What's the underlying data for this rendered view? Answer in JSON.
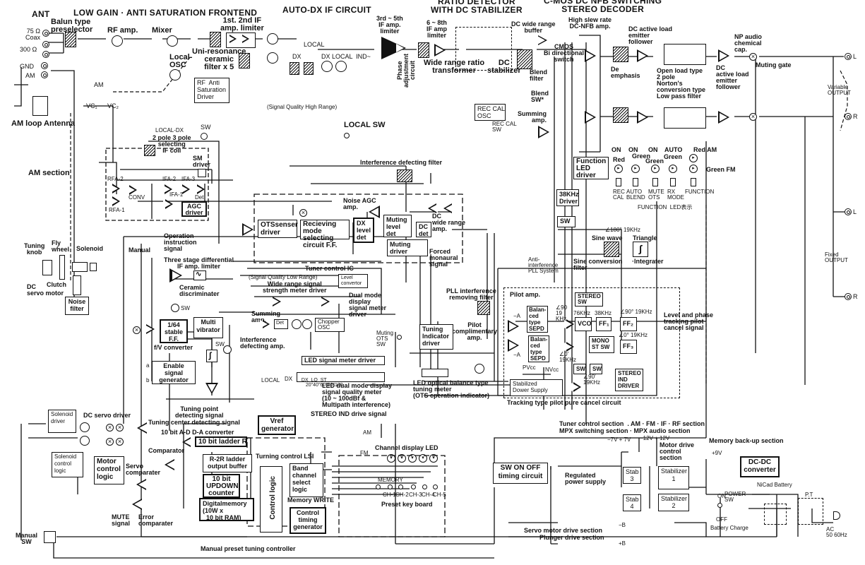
{
  "titles": {
    "ant": "ANT",
    "frontend": "LOW GAIN · ANTI SATURATION FRONTEND",
    "autodx": "AUTO-DX IF CIRCUIT",
    "ratio": "RATIO DETECTOR\nWITH DC STABILIZER",
    "decoder": "C-MOS DC NFB SWITCHING\nSTEREO DECODER"
  },
  "antenna": {
    "balun": "Balun type\npreselector",
    "coax": "75 Ω\nCoax",
    "ohm300": "300 Ω",
    "gnd": "GND",
    "am": "AM",
    "loop": "AM loop Antenna",
    "am_section": "AM section",
    "vc1": "VC₁",
    "vc2": "VC₂",
    "am_tuner": "AM"
  },
  "frontend": {
    "rf_amp": "RF amp.",
    "mixer": "Mixer",
    "local_osc": "Local-\nOSC",
    "uni_resonance": "Uni-resonance\nceramic\nfilter x 5",
    "if_limiter": "1st. 2nd IF\namp. limiter",
    "rf_anti_sat": "RF  Anti\nSaturation\nDriver"
  },
  "autodx": {
    "local": "LOCAL",
    "dx": "DX",
    "dx2": "DX",
    "local_ind": "LOCAL  IND~",
    "signal_quality_high": "(Signal Quality High Range)",
    "local_sw": "LOCAL SW",
    "if_3_5": "3rd ~ 5th\nIF amp.\nlimiter",
    "phase_adj": "Phase\nadjustment\ncircuit"
  },
  "ratio": {
    "if_6_8": "6 ~ 8th\nIF amp\nlimiter",
    "wide_range_ratio": "Wide range ratio\ntransformer",
    "dc_stabilizer": "DC\nstabilizer",
    "dc_wide_buffer": "DC wide range\nbuffer",
    "blend_filter": "Blend\nfilter",
    "blend_sw": "Blend\nSW*",
    "rec_cal_osc": "REC CAL\nOSC",
    "rec_cal_sw": "REC CAL\nSW",
    "summing_amp": "Summing\namp."
  },
  "decoder": {
    "high_slew": "High slew rate\nDC-NFB amp.",
    "cmos_switch": "CMOS\nBi directional\nswitch",
    "de_emphasis": "De\nemphasis",
    "dc_active_load": "DC active load\nemitter\nfollower",
    "lpf": "Open load type\n2 pole\nNorton's\nconversion type\nLow pass filter",
    "dc_active_load2": "DC\nactive load\nemitter\nfollower",
    "np_cap": "NP audio\nchemical\ncap.",
    "muting_gate": "Muting gate",
    "variable_output": "Variable\nOUTPUT",
    "fixed_output": "Fixed\nOUTPUT",
    "out_l": "L",
    "out_r": "R",
    "fixed_l": "L",
    "fixed_r": "R",
    "driver_38k": "38KHz\nDriver",
    "sw": "SW"
  },
  "function_led": {
    "driver": "Function\nLED\ndriver",
    "top_labels": [
      "ON",
      "ON",
      "ON",
      "AUTO",
      "Red AM"
    ],
    "colors": [
      "Red",
      "Green",
      "Green",
      "Green"
    ],
    "green_fm": "Green FM",
    "keys": [
      "REC\nCAL",
      "AUTO\nBLEND",
      "MUTE\nOTS",
      "RX\nMODE",
      "FUNCTION"
    ],
    "caption": "FUNCTION  LED表示"
  },
  "pll": {
    "phase_180": "∠180° 19KHz",
    "sine_wave": "Sine wave",
    "triangle": "Triangle",
    "sine_filter": "Sine conversion\nfilter",
    "integrater": "·Integrater",
    "anti_interference": "Anti-\ninterference\nPLL System",
    "level_phase": "Level and phase\ntracking pilot\ncancel signal",
    "pll_filter": "PLL interference\nremoving filter",
    "pilot_amp": "Pilot amp.",
    "pilot_comp": "Pilot\ncomplimentary\namp.",
    "sepd1": "Balan-\nced\ntype\nSEPD",
    "sepd2": "Balan-\nced\ntype\nSEPD",
    "stereo_sw": "STEREO\nSW",
    "vco": "VCO",
    "khz76": "76KHz",
    "khz38": "38KHz",
    "ff1": "FF₁",
    "ff2": "FF₂",
    "ff3": "FF₃",
    "deg90_19": "∠90° 19KHz",
    "deg0_19": "∠0° 19KHz",
    "deg90_19b": "∠90\n19\nKHz",
    "deg0_19b": "∠0'\n19KHz",
    "deg90_19c": "∠90'\n19KHz",
    "mono_st": "MONO\nST SW",
    "sw1": "SW",
    "sw2": "SW",
    "stereo_ind": "STEREO\nIND\nDRIVER",
    "pvcc": "PVcc",
    "nvcc": "NVcc",
    "stab_supply": "Stabilized\nDower Supply",
    "tracking": "Tracking type pilot pure cancel circuit",
    "neg_a1": "−A",
    "neg_a2": "−A"
  },
  "am_section": {
    "local_dx": "LOCAL-DX",
    "sw": "SW",
    "if_coil": "2 pole 3 pole\nselecting\nIF coil",
    "sm_driver": "SM\ndriver",
    "rfa2": "RFA-2",
    "rfa1": "RFA-1",
    "conv": "CONV",
    "ifa2": "IFA-2",
    "ifa3": "IFA-3",
    "ifa1": "IFA-1",
    "det": "Det",
    "agc_driver": "AGC\ndriver"
  },
  "tuner_ic": {
    "interference_filter": "Interference defecting filter",
    "noise_agc": "Noise AGC\namp.",
    "ots_driver": "OTSsenser\ndriver",
    "receiving_mode": "Recieving\nmode\nselecting\ncircuit F.F.",
    "dx_level": "DX\nlevel\ndet",
    "muting_level": "Muting\nlevel\ndet",
    "dc_det": "DC\ndet",
    "dc_wide_amp": "DC\nwide range\namp.",
    "muting_driver": "Muting\ndriver",
    "forced_mono": "Forced\nmonaural\nsignal",
    "tuner_control_ic": "Tuner control IC",
    "operation_instruction": "Operation\ninstruction\nsignal",
    "manual": "Manual"
  },
  "meter": {
    "signal_quality_low": "(Signal Quality Low Range)",
    "level_convertor": "Level\nconvertor",
    "wide_range_meter": "Wide range signal\nstrength meter driver",
    "dual_mode": "Dual mode\ndisplay\nsignal meter\ndriver",
    "summing_amp": "Summing\namp.",
    "chopper_osc": "Chopper\nOSC",
    "det": "Det",
    "interference_amp": "Interference\ndefecting amp.",
    "muting_ots_sw": "Muting\nOTS\nSW",
    "tuning_indicator": "Tuning\nIndicator\ndriver",
    "led_meter_driver": "LED signal meter driver",
    "local": "LOCAL",
    "dx": "DX",
    "meter_labels": "DX  LO  ST",
    "scale": "20\"40\"60\"80\"100",
    "led_dual_mode": "LED dual mode display\nsignal quality meter\n(10 ~ 100dBf &\nMultipath interference)",
    "led_optical": "LED optical balance type\ntuning meter\n(OTS cperation indicator)",
    "stereo_ind_signal": "STEREO IND drive signal"
  },
  "servo": {
    "tuning_knob": "Tuning\nknob",
    "fly_wheel": "Fly\nwheel",
    "solenoid": "Solenoid",
    "clutch": "Clutch",
    "dc_servo_motor": "DC\nservo motor",
    "noise_filter": "Noise\nfilter",
    "three_stage": "Three stage differential\nIF amp. limiter",
    "ceramic_disc": "Ceramic\ndiscriminater",
    "sw": "SW",
    "stable_ff": "1/64\nstable\nF.F.",
    "multi_vibrator": "Multi\nvibrator",
    "fv_converter": "f/V converter",
    "sw2": "SW",
    "enable_gen": "Enable\nsignal\ngenerator",
    "a": "a",
    "b": "b",
    "tuning_point": "Tuning point\ndetecting signal",
    "tuning_center": "Tuning center detecting signal",
    "vref": "Vref\ngenerator",
    "solenoid_driver": "Solenoid\ndriver",
    "dc_servo_driver": "DC servo driver",
    "ad_da": "10 bit A-D D-A converter",
    "ladder": "10 bit ladder R",
    "comparator": "Comparator",
    "r2r": "R-2R ladder\noutput buffer",
    "solenoid_logic": "Solenoid\ncontrol\nlogic",
    "motor_logic": "Motor\ncontrol\nlogic",
    "servo_comp": "Servo\ncomparater",
    "updown": "10 bit\nUPDOWN\ncounter",
    "digital_memory": "Digitalmemory\n(10W x\n  10 bit RAM)",
    "mute_signal": "MUTE\nsignal",
    "error_comp": "Error\ncomparater",
    "manual_sw": "Manual\nSW",
    "manual_preset": "Manual preset tuning controller"
  },
  "lsi": {
    "title": "Turning control LSI",
    "control_logic": "Control logic",
    "band_channel": "Band\nchannel\nselect\nlogic",
    "memory_write": "Memory WRITE",
    "control_timing": "Control\ntiming\ngenerator",
    "am": "AM",
    "fm": "FM",
    "channel_led": "Channel display LED",
    "memory": "MEMORY",
    "channels": [
      "CH-1",
      "CH-2",
      "CH-3",
      "CH-4",
      "CH-5"
    ],
    "preset_kb": "Preset key board"
  },
  "power": {
    "sw_timing": "SW ON OFF\ntiming circuit",
    "tuner_section": "Tuner control section  . AM · FM · IF · RF section",
    "mpx_section": "MPX switching section · MPX audio section",
    "volts1": "−7V + 7V",
    "volts2": "−12V + 12V",
    "motor_drive": "Motor drive\ncontrol\nsection",
    "memory_backup": "Memory back-up section",
    "plus9v": "+9V",
    "dcdc": "DC-DC\nconverter",
    "regulated": "Regulated\npower supply",
    "stab3": "Stab\n3",
    "stab4": "Stab\n4",
    "stabilizer1": "Stabilizer\n1",
    "stabilizer2": "Stabilizer\n2",
    "nicad": "NiCad Battery",
    "on": "ON",
    "off": "OFF",
    "power_sw": "POWER\nSW",
    "battery_charge": "Battery Charge",
    "pt": "P.T",
    "ac": "AC\n50 60Hz",
    "servo_drive": "Servo motor drive section",
    "plunger_drive": "Plunger drive section",
    "minus_b": "−B",
    "plus_b": "+B"
  }
}
